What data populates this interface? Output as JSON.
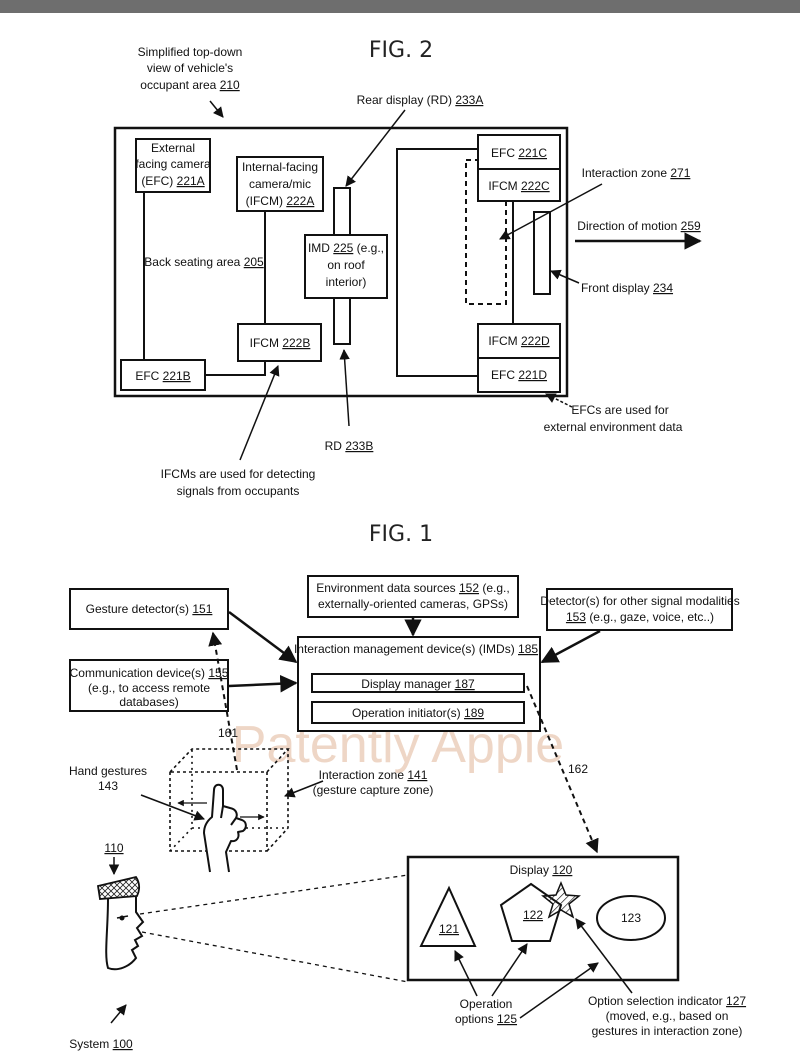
{
  "figures": {
    "fig2_title": "FIG. 2",
    "fig1_title": "FIG. 1"
  },
  "watermark": "Patently Apple",
  "fig2": {
    "occupant_area": {
      "line1": "Simplified top-down",
      "line2": "view of vehicle's",
      "line3": "occupant area",
      "ref": "210"
    },
    "rear_display": {
      "text": "Rear display (RD)",
      "ref": "233A"
    },
    "efc_221a": {
      "line1": "External",
      "line2": "facing camera",
      "line3": "(EFC)",
      "ref": "221A"
    },
    "ifcm_222a": {
      "line1": "Internal-facing",
      "line2": "camera/mic",
      "line3": "(IFCM)",
      "ref": "222A"
    },
    "back_seating": {
      "text": "Back seating area",
      "ref": "205"
    },
    "imd_225": {
      "line1_pre": "IMD",
      "ref": "225",
      "line1_post": "(e.g.,",
      "line2": "on roof",
      "line3": "interior)"
    },
    "ifcm_222b": {
      "text": "IFCM",
      "ref": "222B"
    },
    "efc_221b": {
      "text": "EFC",
      "ref": "221B"
    },
    "efc_221c": {
      "text": "EFC",
      "ref": "221C"
    },
    "ifcm_222c": {
      "text": "IFCM",
      "ref": "222C"
    },
    "ifcm_222d": {
      "text": "IFCM",
      "ref": "222D"
    },
    "efc_221d": {
      "text": "EFC",
      "ref": "221D"
    },
    "interaction_zone": {
      "text": "Interaction zone",
      "ref": "271"
    },
    "direction": {
      "text": "Direction of motion",
      "ref": "259"
    },
    "front_display": {
      "text": "Front display",
      "ref": "234"
    },
    "rd_233b": {
      "text": "RD",
      "ref": "233B"
    },
    "efcs_note": {
      "line1": "EFCs  are used for",
      "line2": "external environment data"
    },
    "ifcms_note": {
      "line1": "IFCMs  are used for detecting",
      "line2": "signals from occupants"
    }
  },
  "fig1": {
    "gesture_detector": {
      "text": "Gesture detector(s)",
      "ref": "151"
    },
    "env_sources": {
      "line1_pre": "Environment data sources",
      "ref": "152",
      "line1_post": "(e.g.,",
      "line2": "externally-oriented cameras, GPSs)"
    },
    "other_detectors": {
      "line1": "Detector(s) for other signal modalities",
      "ref": "153",
      "line2_post": "(e.g., gaze, voice, etc..)"
    },
    "comm_device": {
      "line1_pre": "Communication device(s)",
      "ref": "155",
      "line2": "(e.g., to access remote",
      "line3": "databases)"
    },
    "imd": {
      "text": "Interaction management device(s) (IMDs)",
      "ref": "185"
    },
    "display_manager": {
      "text": "Display manager",
      "ref": "187"
    },
    "operation_initiator": {
      "text": "Operation initiator(s)",
      "ref": "189"
    },
    "ref_161": "161",
    "hand_gestures": {
      "line1": "Hand gestures",
      "ref": "143"
    },
    "interaction_zone": {
      "line1_pre": "Interaction zone",
      "ref": "141",
      "line2": "(gesture capture zone)"
    },
    "ref_162": "162",
    "ref_110": "110",
    "display": {
      "text": "Display",
      "ref": "120"
    },
    "opt_121": "121",
    "opt_122": "122",
    "opt_123": "123",
    "operation_options": {
      "line1": "Operation",
      "line2_pre": "options",
      "ref": "125"
    },
    "selection_indicator": {
      "line1_pre": "Option selection indicator",
      "ref": "127",
      "line2": "(moved, e.g., based on",
      "line3": "gestures in interaction zone)"
    },
    "system": {
      "text": "System",
      "ref": "100"
    }
  }
}
